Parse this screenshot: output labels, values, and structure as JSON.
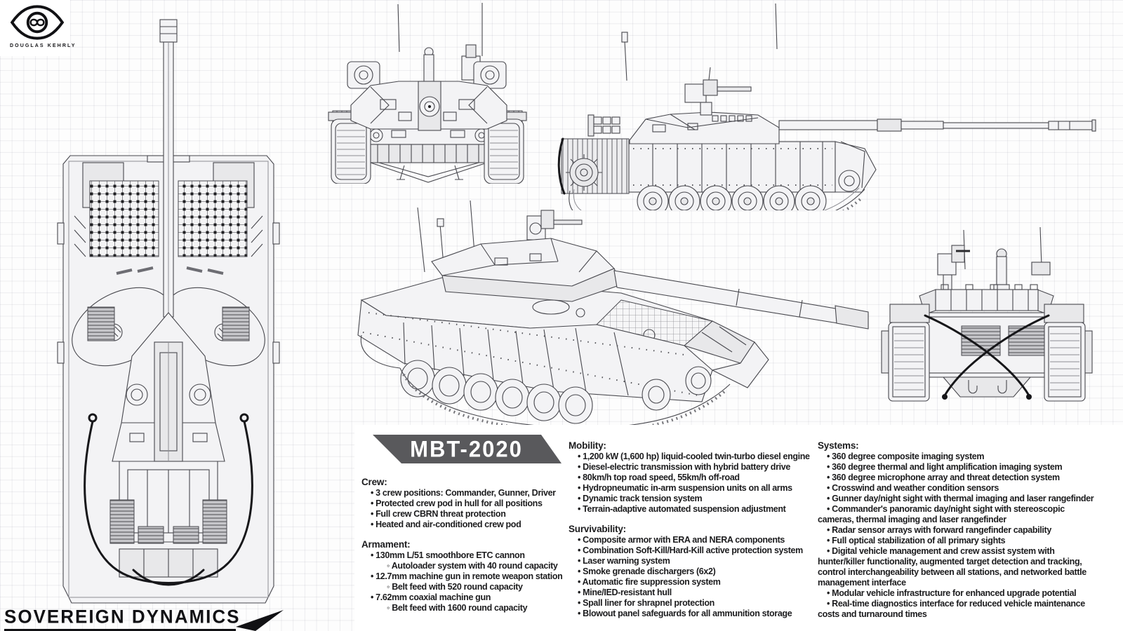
{
  "branding": {
    "designer": "DOUGLAS KEHRLY",
    "company": "SOVEREIGN DYNAMICS"
  },
  "title_block": {
    "model": "MBT-2020",
    "banner_color": "#59595c",
    "ink_color": "#1c1c1e"
  },
  "bullets": {
    "main": "•",
    "sub": "◦"
  },
  "views": [
    {
      "id": "top-view"
    },
    {
      "id": "front-view"
    },
    {
      "id": "side-view"
    },
    {
      "id": "perspective-view"
    },
    {
      "id": "rear-view"
    }
  ],
  "specs": {
    "crew": {
      "heading": "Crew:",
      "items": [
        {
          "level": 1,
          "text": "3 crew positions: Commander, Gunner, Driver"
        },
        {
          "level": 1,
          "text": "Protected crew pod in hull for all positions"
        },
        {
          "level": 1,
          "text": "Full crew CBRN threat protection"
        },
        {
          "level": 1,
          "text": "Heated and air-conditioned crew pod"
        }
      ]
    },
    "armament": {
      "heading": "Armament:",
      "items": [
        {
          "level": 1,
          "text": "130mm L/51 smoothbore ETC cannon"
        },
        {
          "level": 2,
          "text": "Autoloader system with 40 round capacity"
        },
        {
          "level": 1,
          "text": "12.7mm machine gun in remote weapon station"
        },
        {
          "level": 2,
          "text": "Belt feed with 520 round capacity"
        },
        {
          "level": 1,
          "text": "7.62mm coaxial machine gun"
        },
        {
          "level": 2,
          "text": "Belt feed with 1600 round capacity"
        }
      ]
    },
    "mobility": {
      "heading": "Mobility:",
      "items": [
        {
          "level": 1,
          "text": "1,200 kW (1,600 hp) liquid-cooled twin-turbo diesel engine"
        },
        {
          "level": 1,
          "text": "Diesel-electric transmission with hybrid battery drive"
        },
        {
          "level": 1,
          "text": "80km/h top road speed, 55km/h off-road"
        },
        {
          "level": 1,
          "text": "Hydropneumatic in-arm suspension units on all arms"
        },
        {
          "level": 1,
          "text": "Dynamic track tension system"
        },
        {
          "level": 1,
          "text": "Terrain-adaptive automated suspension adjustment"
        }
      ]
    },
    "survivability": {
      "heading": "Survivability:",
      "items": [
        {
          "level": 1,
          "text": "Composite armor with ERA and NERA components"
        },
        {
          "level": 1,
          "text": "Combination Soft-Kill/Hard-Kill active protection system"
        },
        {
          "level": 1,
          "text": "Laser warning system"
        },
        {
          "level": 1,
          "text": "Smoke grenade dischargers (6x2)"
        },
        {
          "level": 1,
          "text": "Automatic fire suppression system"
        },
        {
          "level": 1,
          "text": "Mine/IED-resistant hull"
        },
        {
          "level": 1,
          "text": "Spall liner for shrapnel protection"
        },
        {
          "level": 1,
          "text": "Blowout panel safeguards for all ammunition storage"
        }
      ]
    },
    "systems": {
      "heading": "Systems:",
      "items": [
        {
          "level": 1,
          "text": "360 degree composite imaging system"
        },
        {
          "level": 1,
          "text": "360 degree thermal and light amplification imaging system"
        },
        {
          "level": 1,
          "text": "360 degree microphone array and threat detection system"
        },
        {
          "level": 1,
          "text": "Crosswind and weather condition sensors"
        },
        {
          "level": 1,
          "text": "Gunner day/night sight with thermal imaging and laser rangefinder"
        },
        {
          "level": 1,
          "text": "Commander's panoramic day/night sight with stereoscopic cameras, thermal imaging and laser rangefinder"
        },
        {
          "level": 1,
          "text": "Radar sensor arrays with forward rangefinder capability"
        },
        {
          "level": 1,
          "text": "Full optical stabilization of all primary sights"
        },
        {
          "level": 1,
          "text": "Digital vehicle management and crew assist system with hunter/killer functionality, augmented target detection and tracking, control interchangeability between all stations, and networked battle management interface"
        },
        {
          "level": 1,
          "text": "Modular vehicle infrastructure for enhanced upgrade potential"
        },
        {
          "level": 1,
          "text": "Real-time diagnostics interface for reduced vehicle maintenance costs and turnaround times"
        }
      ]
    }
  }
}
